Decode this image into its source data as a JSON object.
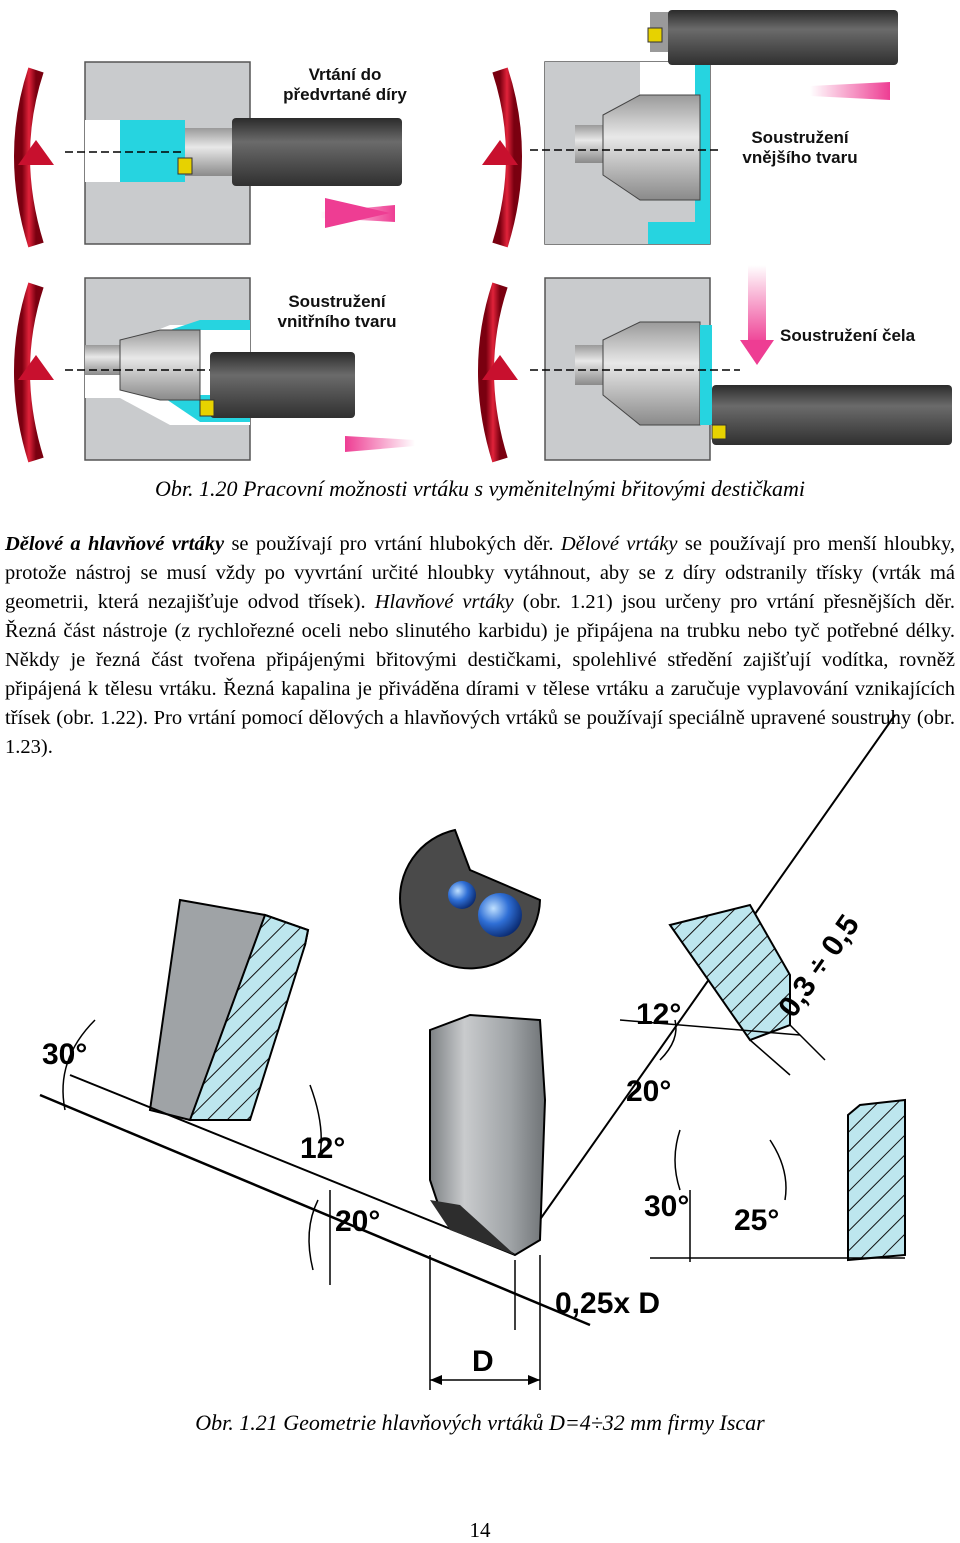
{
  "figure_120": {
    "panels": [
      {
        "label_line1": "Vrtání do",
        "label_line2": "předvrtané díry"
      },
      {
        "label_line1": "Soustružení",
        "label_line2": "vnějšího tvaru"
      },
      {
        "label_line1": "Soustružení",
        "label_line2": "vnitřního tvaru"
      },
      {
        "label_line1": "Soustružení čela",
        "label_line2": ""
      }
    ],
    "caption": "Obr. 1.20  Pracovní možnosti vrtáku s vyměnitelnými břitovými destičkami"
  },
  "paragraph": {
    "t1": "Dělové a hlavňové vrtáky",
    "t2": " se používají pro vrtání hlubokých děr. ",
    "t3": "Dělové vrtáky",
    "t4": " se používají pro menší hloubky, protože nástroj se musí vždy po vyvrtání určité hloubky vytáhnout, aby se z díry odstranily třísky (vrták má geometrii, která nezajišťuje odvod třísek). ",
    "t5": "Hlavňové vrtáky",
    "t6": " (obr. 1.21) jsou určeny pro vrtání přesnějších děr. Řezná část nástroje (z rychlořezné oceli nebo slinutého karbidu) je připájena na trubku nebo tyč potřebné délky. Někdy je řezná část tvořena připájenými břitovými destičkami, spolehlivé středění zajišťují vodítka, rovněž připájená k tělesu vrtáku. Řezná kapalina je přiváděna dírami v tělese vrtáku a zaručuje vyplavování vznikajících třísek (obr. 1.22). Pro vrtání pomocí dělových a hlavňových vrtáků se používají speciálně upravené soustruhy (obr. 1.23)."
  },
  "figure_121": {
    "angles": {
      "a30_left": "30°",
      "a12_left": "12°",
      "a20_left": "20°",
      "a12_right": "12°",
      "a20_right": "20°",
      "a30_right": "30°",
      "a25_right": "25°",
      "range": "0,3 ÷ 0,5"
    },
    "offset": "0,25x D",
    "diameter": "D",
    "caption": "Obr. 1.21  Geometrie hlavňových vrtáků D=4÷32 mm firmy Iscar"
  },
  "page_number": "14",
  "colors": {
    "workpiece": "#c9cbcd",
    "cyan_removed": "#26d4e0",
    "tool": "#4a4a4a",
    "red_rotation": "#c8102e",
    "pink_arrow": "#f04a9a",
    "hatch_cyan": "#bde6ee",
    "tool_grey": "#9fa3a6"
  }
}
